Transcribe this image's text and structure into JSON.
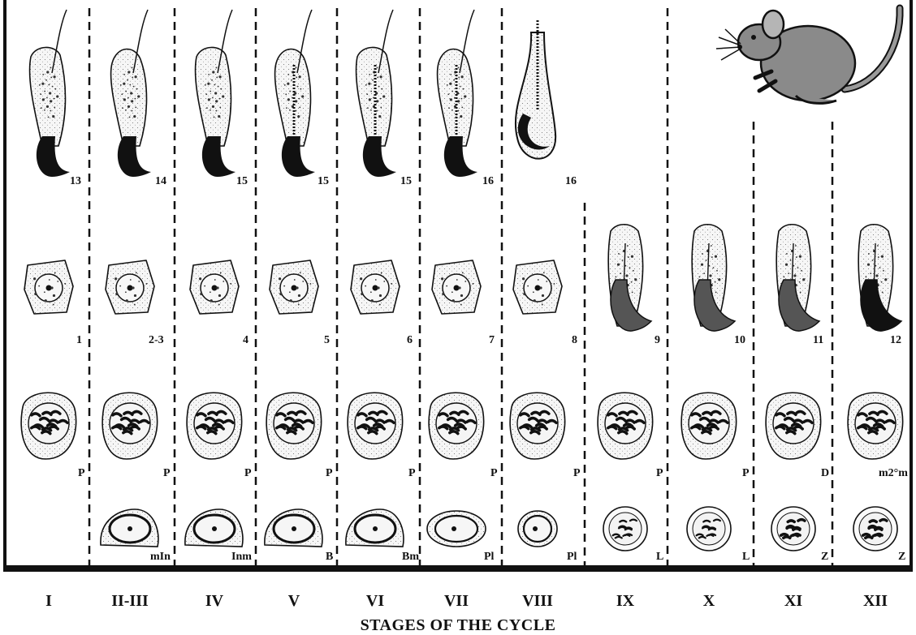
{
  "stages": [
    "I",
    "II-III",
    "IV",
    "V",
    "VI",
    "VII",
    "VIII",
    "IX",
    "X",
    "XI",
    "XII"
  ],
  "footer_title": "STAGES OF THE CYCLE",
  "spermatid_row1": [
    "13",
    "14",
    "15",
    "15",
    "15",
    "16",
    "16"
  ],
  "spermatid_row2": [
    "1",
    "2-3",
    "4",
    "5",
    "6",
    "7",
    "8",
    "9",
    "10",
    "11",
    "12"
  ],
  "spermatocyte_row": [
    "P",
    "P",
    "P",
    "P",
    "P",
    "P",
    "P",
    "P",
    "P",
    "D",
    "m2°m"
  ],
  "early_row": [
    "",
    "mIn",
    "Inm",
    "B",
    "Bm",
    "Pl",
    "Pl",
    "L",
    "L",
    "Z",
    "Z"
  ],
  "mouse_icon": "mouse-icon",
  "colors": {
    "ink": "#111111",
    "mouse": "#8a8a8a",
    "cell_fill": "#f4f4f4"
  }
}
